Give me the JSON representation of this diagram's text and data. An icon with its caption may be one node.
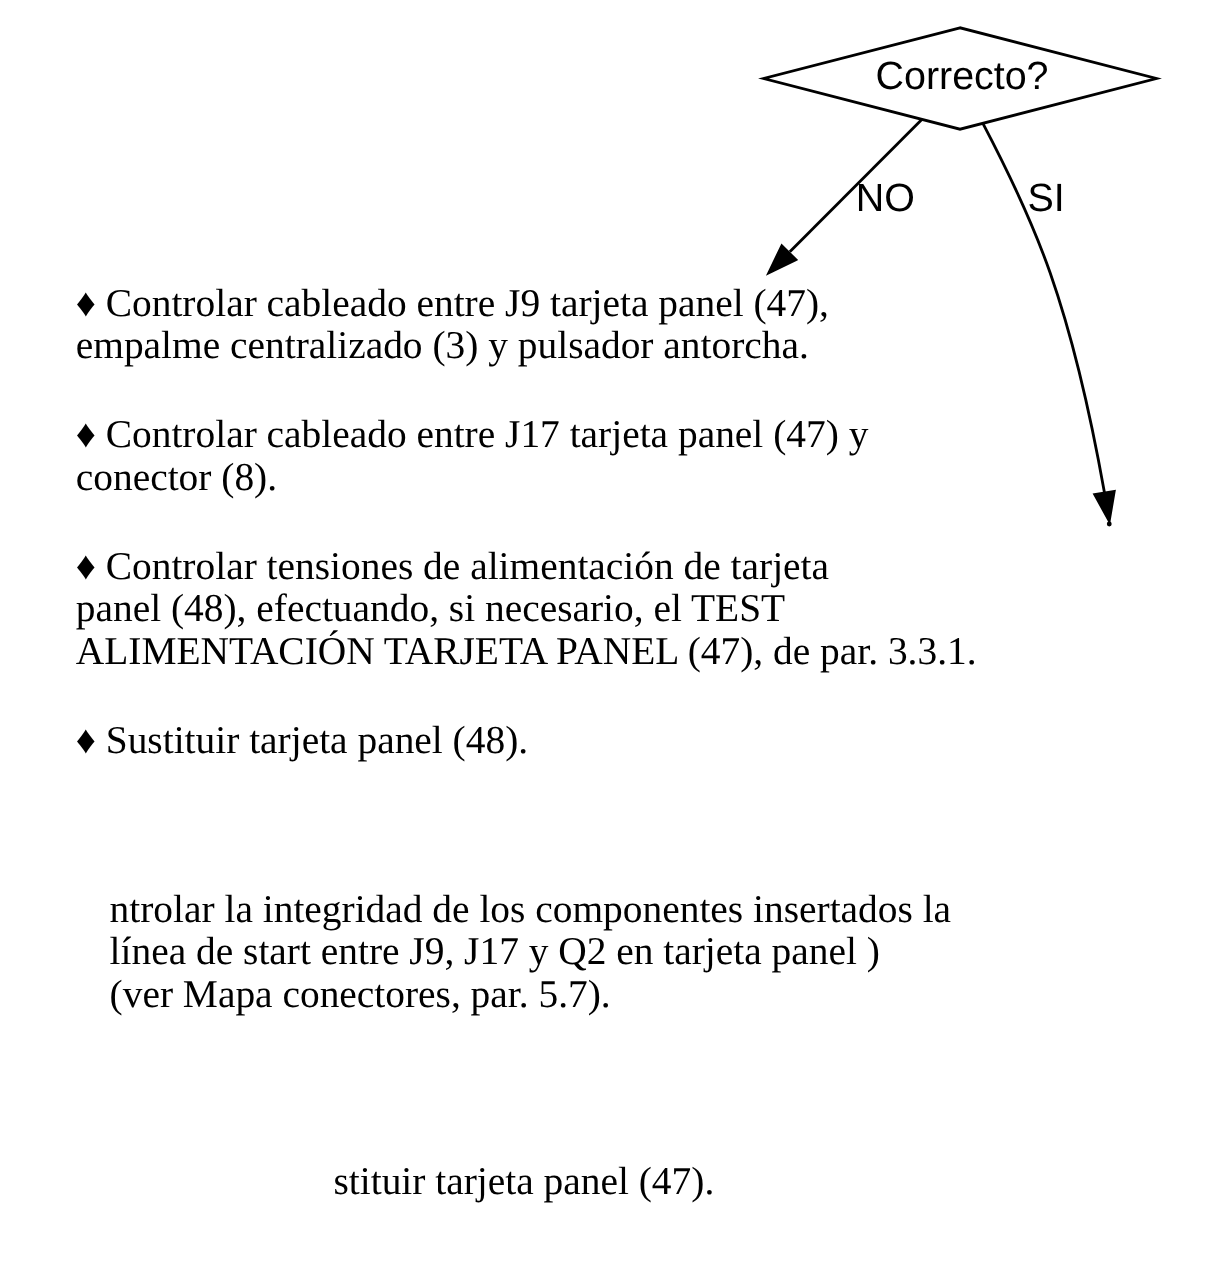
{
  "diagram": {
    "nodes": [
      {
        "text": [
          "Correcto?"
        ]
      },
      {
        "text": [
          "♦ Controlar cableado entre J9 tarjeta panel (47), empalme centralizado (3) y pulsador antorcha.",
          "♦ Controlar cableado entre J17 tarjeta panel (47) y conector (8).",
          "♦ Controlar tensiones de alimentación de tarjeta panel (48), efectuando, si necesario, el TEST ALIMENTACIÓN TARJETA PANEL (47), de par. 3.3.1.",
          "♦ Sustituir tarjeta panel (48)."
        ]
      }
    ],
    "edges": [
      {
        "from": 0,
        "to": null,
        "arrow": "to",
        "label": "SI"
      },
      {
        "from": 0,
        "to": 1,
        "arrow": "to",
        "label": "NO"
      }
    ],
    "labels": [
      "ntrolar la integridad de los componentes insertados la línea de start entre J9, J17 y Q2 en tarjeta panel ) (ver Mapa conectores, par. 5.7).",
      "stituir tarjeta panel (47)."
    ]
  }
}
